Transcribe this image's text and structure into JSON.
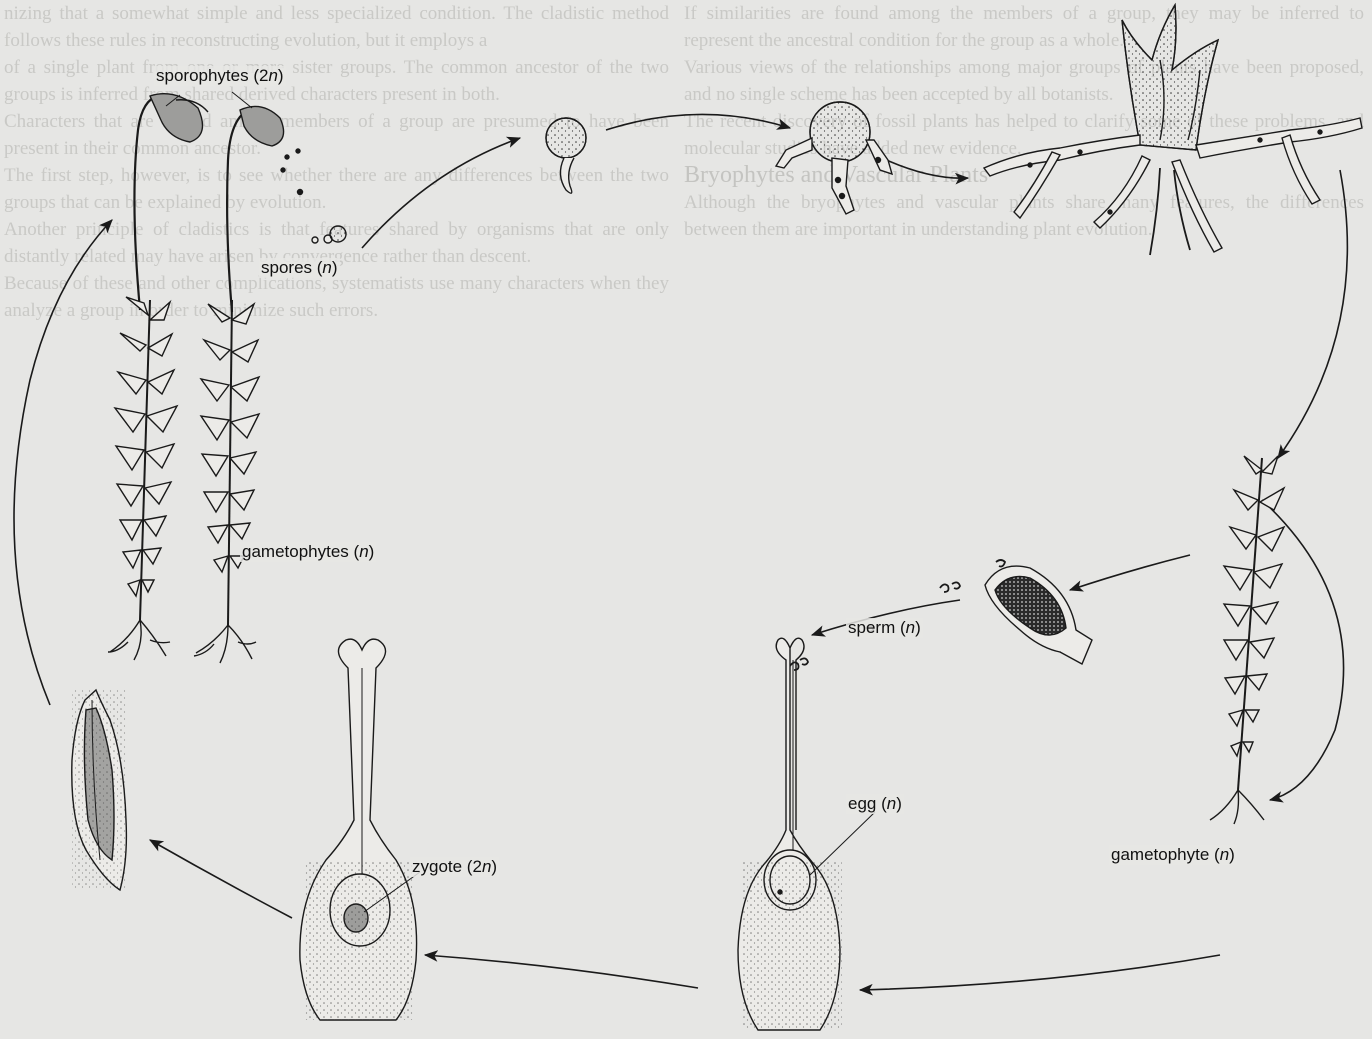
{
  "background_text": {
    "left_column": [
      "nizing that a somewhat simple and less specialized condition. The cladistic method follows these rules in reconstructing evolution, but it employs a",
      "of a single plant from one or more sister groups. The common ancestor of the two groups is inferred from shared derived characters present in both.",
      "Characters that are shared among members of a group are presumed to have been present in their common ancestor.",
      "The first step, however, is to see whether there are any differences between the two groups that can be explained by evolution.",
      "Another principle of cladistics is that features shared by organisms that are only distantly related may have arisen by convergence rather than descent.",
      "Because of these and other complications, systematists use many characters when they analyze a group in order to minimize such errors."
    ],
    "right_column": [
      "If similarities are found among the members of a group, they may be inferred to represent the ancestral condition for the group as a whole.",
      "Various views of the relationships among major groups of plants have been proposed, and no single scheme has been accepted by all botanists.",
      "The recent discovery of fossil plants has helped to clarify some of these problems, and molecular studies have added new evidence.",
      "Bryophytes and Vascular Plants",
      "Although the bryophytes and vascular plants share many features, the differences between them are important in understanding plant evolution."
    ]
  },
  "labels": {
    "sporophytes": "sporophytes (2",
    "sporophytes_n": "n",
    "sporophytes_close": ")",
    "spores": "spores (",
    "spores_n": "n",
    "spores_close": ")",
    "gametophytes": "gametophytes (",
    "gametophytes_n": "n",
    "gametophytes_close": ")",
    "sperm": "sperm (",
    "sperm_n": "n",
    "sperm_close": ")",
    "gametophyte": "gametophyte (",
    "gametophyte_n": "n",
    "gametophyte_close": ")",
    "egg": "egg (",
    "egg_n": "n",
    "egg_close": ")",
    "zygote": "zygote (2",
    "zygote_n": "n",
    "zygote_close": ")"
  },
  "colors": {
    "ink": "#1a1a1a",
    "paper": "#e6e6e4",
    "shade": "#9a9a98",
    "ghost_text": "#c9c9c6"
  }
}
